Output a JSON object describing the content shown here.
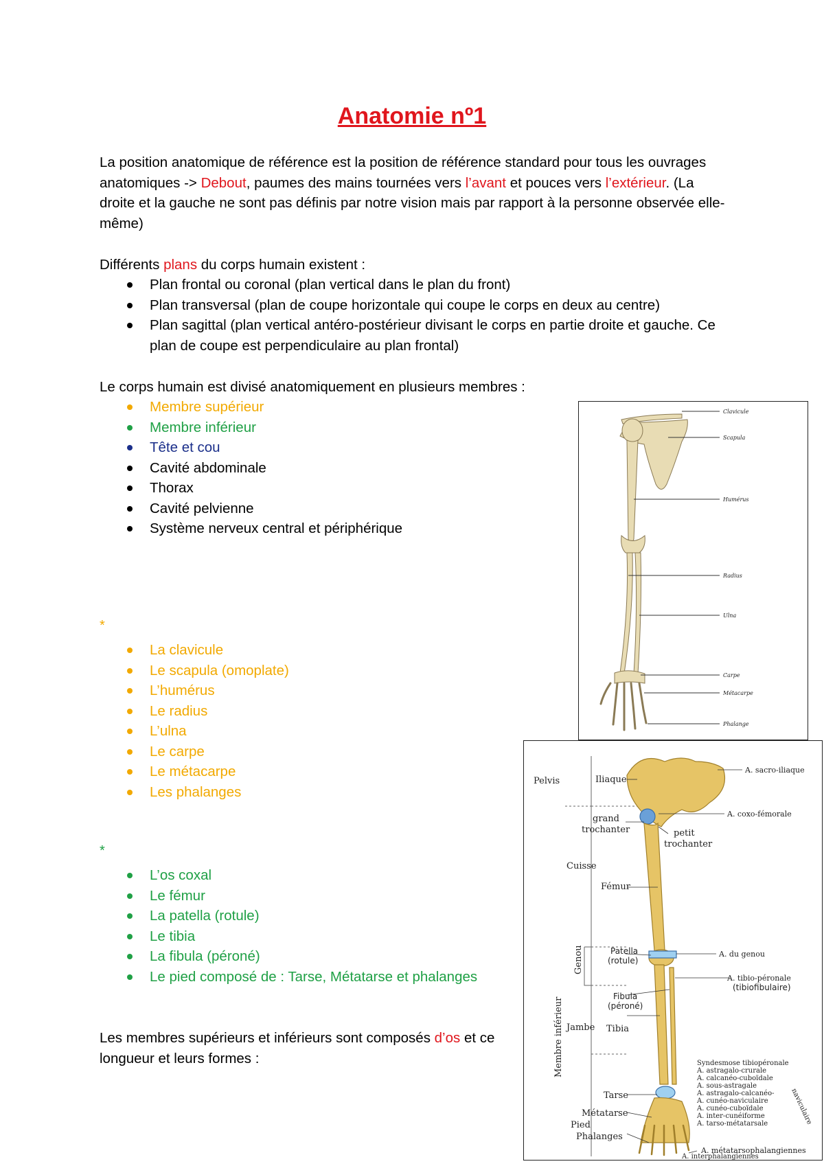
{
  "document": {
    "title": "Anatomie nº1",
    "intro": {
      "part1": "La position anatomique de référence est la position de référence standard pour tous les ouvrages anatomiques -> ",
      "debout": "Debout",
      "part2": ", paumes des mains tournées vers ",
      "avant": "l’avant",
      "part3": " et pouces vers ",
      "exterieur": "l’extérieur",
      "part4": ". (La droite et la gauche ne sont pas définis par notre vision mais par rapport à la personne observée elle-même)"
    },
    "planes": {
      "lead1": "Différents ",
      "plans": "plans",
      "lead2": " du corps humain existent :",
      "items": [
        "Plan frontal ou coronal (plan vertical dans le plan du front)",
        "Plan transversal (plan de coupe horizontale qui coupe le corps en deux au centre)",
        "Plan sagittal (plan vertical antéro-postérieur divisant le corps en partie droite et gauche. Ce plan de coupe est perpendiculaire au plan frontal)"
      ]
    },
    "members": {
      "lead": "Le corps humain est divisé anatomiquement en plusieurs membres :",
      "items": [
        "Membre supérieur",
        "Membre inférieur",
        "Tête et cou",
        "Cavité abdominale",
        "Thorax",
        "Cavité pelvienne",
        "Système nerveux central et périphérique"
      ]
    },
    "upper": {
      "star": "*",
      "items": [
        "La clavicule",
        "Le scapula (omoplate)",
        "L’humérus",
        "Le radius",
        "L’ulna",
        "Le carpe",
        "Le métacarpe",
        "Les phalanges"
      ]
    },
    "lower": {
      "star": "*",
      "items": [
        "L’os coxal",
        "Le fémur",
        "La patella (rotule)",
        "Le tibia",
        "La fibula (péroné)",
        "Le pied composé de : Tarse, Métatarse et phalanges"
      ]
    },
    "closing": {
      "part1": "Les membres supérieurs et inférieurs sont composés ",
      "os": "d’os",
      "part2": " et ce",
      "line2": "longueur et leurs formes :"
    }
  },
  "arm_figure": {
    "labels": [
      "Clavicule",
      "Scapula",
      "Humérus",
      "Radius",
      "Ulna",
      "Carpe",
      "Métacarpe",
      "Phalange"
    ]
  },
  "leg_figure": {
    "region_labels": [
      "Pelvis",
      "Cuisse",
      "Genou",
      "Jambe",
      "Pied"
    ],
    "vertical_label": "Membre inférieur",
    "bone_labels": {
      "iliaque": "Iliaque",
      "grand": "grand",
      "trochanter": "trochanter",
      "petit": "petit",
      "trochanter2": "trochanter",
      "femur": "Fémur",
      "patella": "Patella",
      "rotule": "(rotule)",
      "fibula": "Fibula",
      "perone": "(péroné)",
      "tibia": "Tibia",
      "tarse": "Tarse",
      "metatarse": "Métatarse",
      "phalanges": "Phalanges"
    },
    "joint_labels": {
      "sacro": "A. sacro-iliaque",
      "coxo": "A. coxo-fémorale",
      "genou": "A. du genou",
      "tibio": "A. tibio-péronale",
      "tibiofib": "(tibiofibulaire)",
      "ankle": [
        "Syndesmose tibiopéronale",
        "A. astragalo-crurale",
        "A. calcanéo-cuboïdale",
        "A. sous-astragale",
        "A. astragalo-calcanéo-",
        "A. cunéo-naviculaire",
        "A. cunéo-cuboïdale",
        "A. inter-cunéiforme",
        "A. tarso-métatarsale"
      ],
      "naviculaire": "naviculaire",
      "meta": "A. métatarsophalangiennes",
      "inter": "A. interphalangiennes"
    }
  }
}
